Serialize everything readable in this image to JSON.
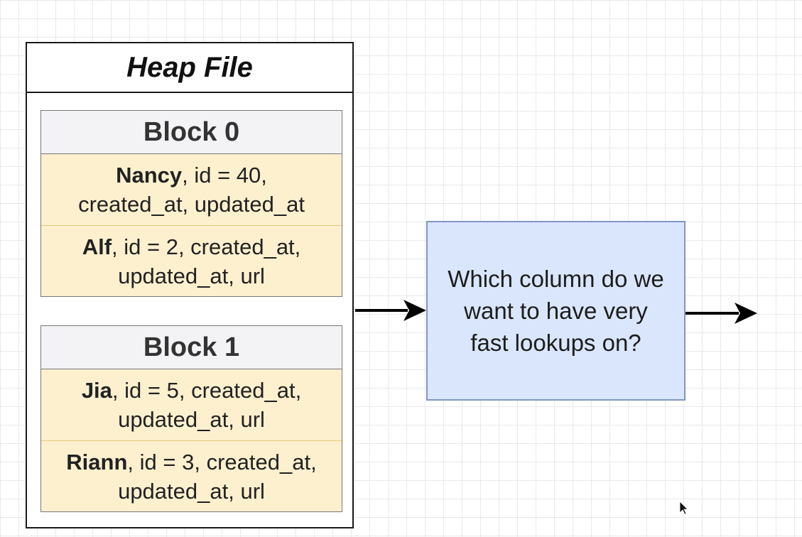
{
  "heap_file": {
    "title": "Heap File",
    "blocks": [
      {
        "label": "Block 0",
        "rows": [
          {
            "name": "Nancy",
            "line1_rest": ", id = 40,",
            "line2": "created_at, updated_at"
          },
          {
            "name": "Alf",
            "line1_rest": ", id = 2, created_at,",
            "line2": "updated_at, url"
          }
        ]
      },
      {
        "label": "Block 1",
        "rows": [
          {
            "name": "Jia",
            "line1_rest": ", id = 5, created_at,",
            "line2": "updated_at, url"
          },
          {
            "name": "Riann",
            "line1_rest": ", id = 3, created_at,",
            "line2": "updated_at, url"
          }
        ]
      }
    ]
  },
  "question_box": {
    "line1": "Which column do we",
    "line2": "want to have very",
    "line3": "fast lookups on?"
  },
  "colors": {
    "row_fill": "#fdf0cf",
    "block_header_fill": "#f3f3f6",
    "question_fill": "#dae6fb",
    "question_border": "#7f96c4",
    "arrow": "#000000"
  }
}
